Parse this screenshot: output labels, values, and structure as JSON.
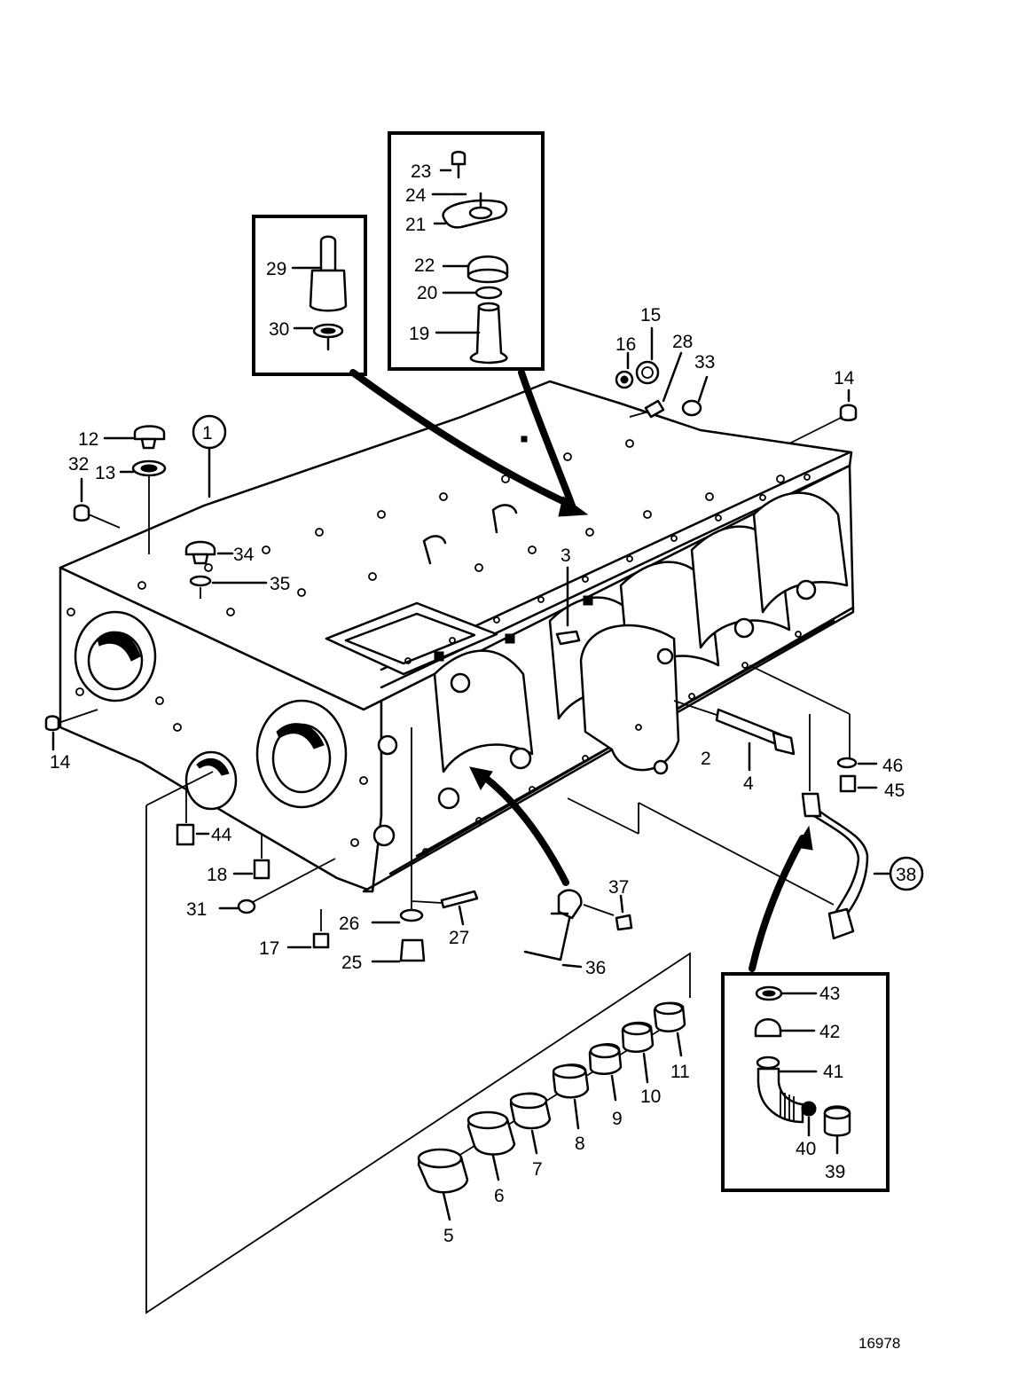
{
  "drawing_ref": "16978",
  "labels": {
    "p1": "1",
    "p2": "2",
    "p3": "3",
    "p4": "4",
    "p5": "5",
    "p6": "6",
    "p7": "7",
    "p8": "8",
    "p9": "9",
    "p10": "10",
    "p11": "11",
    "p12": "12",
    "p13": "13",
    "p14a": "14",
    "p14b": "14",
    "p15": "15",
    "p16": "16",
    "p17": "17",
    "p18": "18",
    "p19": "19",
    "p20": "20",
    "p21": "21",
    "p22": "22",
    "p23": "23",
    "p24": "24",
    "p25": "25",
    "p26": "26",
    "p27": "27",
    "p28": "28",
    "p29": "29",
    "p30": "30",
    "p31": "31",
    "p32": "32",
    "p33": "33",
    "p34": "34",
    "p35": "35",
    "p36": "36",
    "p37": "37",
    "p38": "38",
    "p39": "39",
    "p40": "40",
    "p41": "41",
    "p42": "42",
    "p43": "43",
    "p44": "44",
    "p45": "45",
    "p46": "46"
  }
}
